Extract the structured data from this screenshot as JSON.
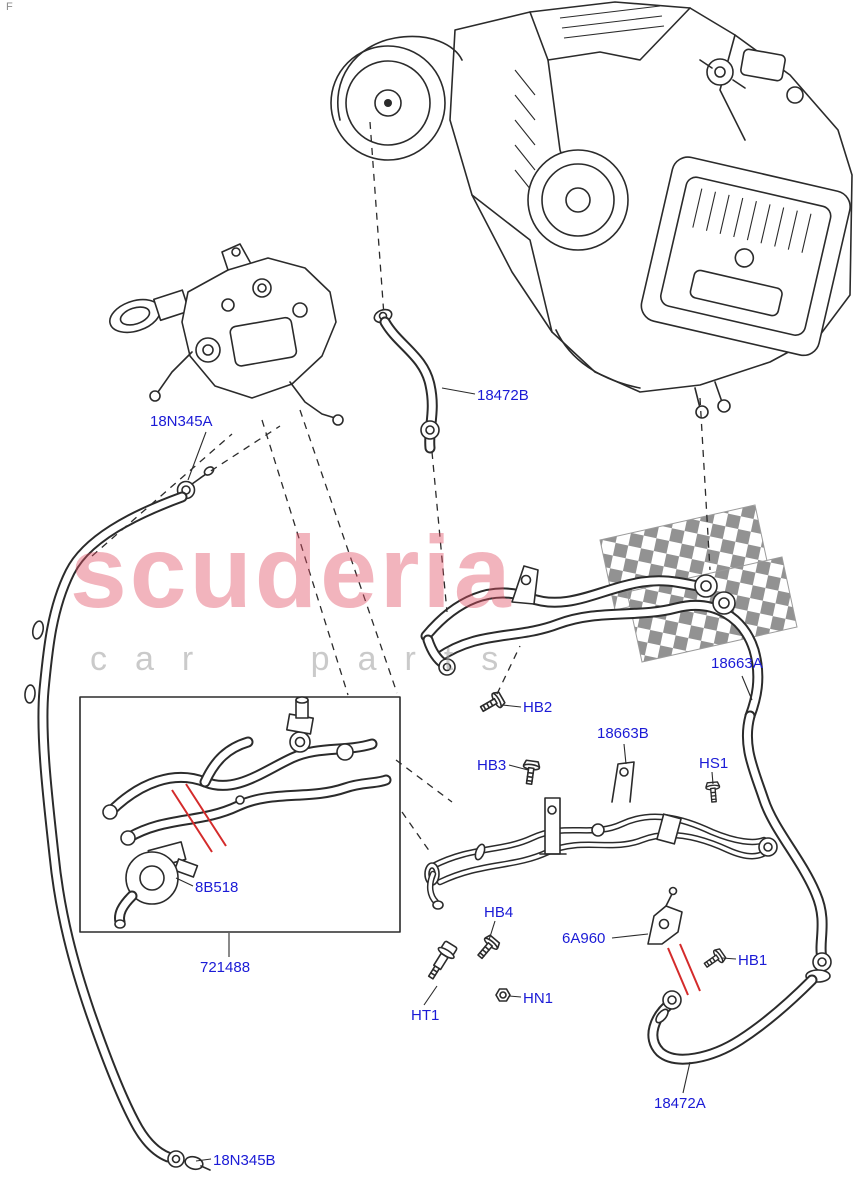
{
  "watermark": {
    "title": "scuderia",
    "subtitle": "car parts"
  },
  "corner_mark": "F",
  "colors": {
    "label_blue": "#1b1bd6",
    "line_dark": "#2b2b2b",
    "highlight_red": "#d42b2b",
    "watermark_pink": "rgba(225,77,97,0.42)",
    "watermark_gray": "rgba(158,158,158,0.55)"
  },
  "part_labels": [
    {
      "code": "18N345A"
    },
    {
      "code": "18472B"
    },
    {
      "code": "18663A"
    },
    {
      "code": "HB2"
    },
    {
      "code": "18663B"
    },
    {
      "code": "HB3"
    },
    {
      "code": "HS1"
    },
    {
      "code": "8B518"
    },
    {
      "code": "HB4"
    },
    {
      "code": "6A960"
    },
    {
      "code": "HB1"
    },
    {
      "code": "721488"
    },
    {
      "code": "HT1"
    },
    {
      "code": "HN1"
    },
    {
      "code": "18472A"
    },
    {
      "code": "18N345B"
    }
  ]
}
